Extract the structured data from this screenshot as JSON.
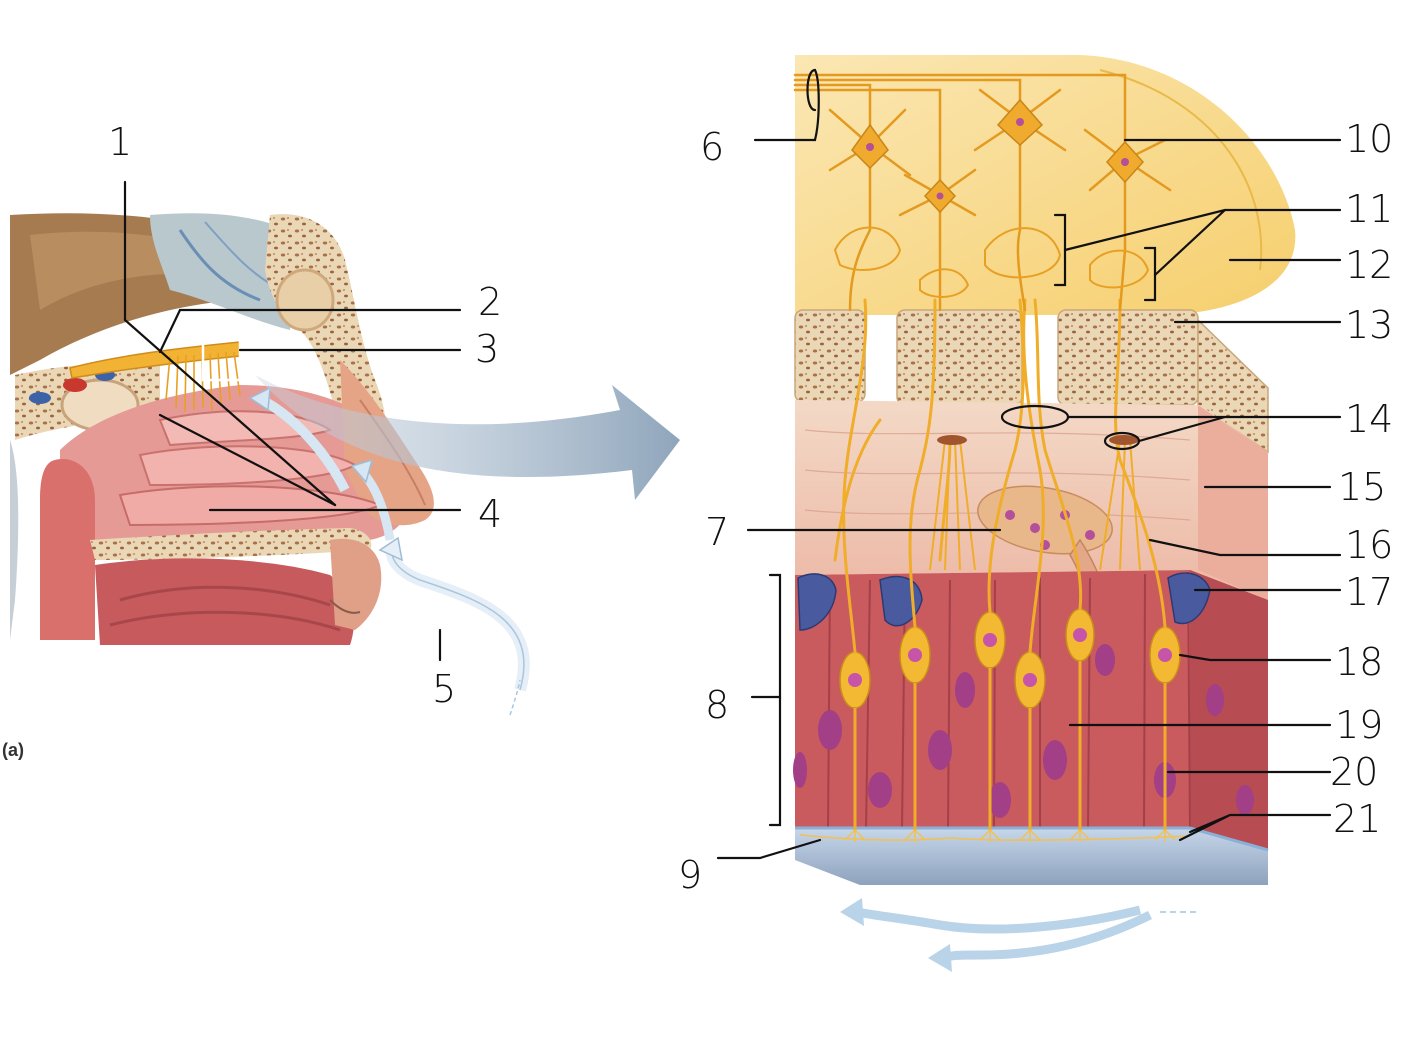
{
  "figure": {
    "panel_label": "(a)",
    "labels": [
      "1",
      "2",
      "3",
      "4",
      "5",
      "6",
      "7",
      "8",
      "9",
      "10",
      "11",
      "12",
      "13",
      "14",
      "15",
      "16",
      "17",
      "18",
      "19",
      "20",
      "21"
    ]
  },
  "colors": {
    "bone": "#e8d3b0",
    "bone_spot": "#b07a52",
    "mucosa": "#e9a3a0",
    "cerebrum": "#f7d06a",
    "nerve": "#f2b233",
    "epithelium": "#c95a5e",
    "nucleus": "#b44f9a",
    "supporting_cell": "#4a5a9e",
    "airflow": "#b9d3e8",
    "big_arrow": "#9fb4c8"
  }
}
